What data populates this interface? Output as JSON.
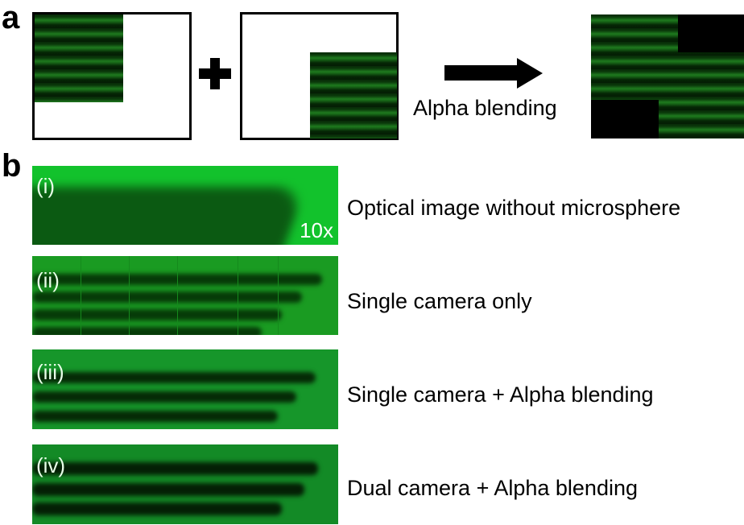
{
  "panel_a": {
    "letter": "a",
    "operator": "+",
    "arrow_label": "Alpha blending",
    "inputs": [
      {
        "description": "Top-left tile on white canvas"
      },
      {
        "description": "Bottom-right tile on white canvas"
      }
    ],
    "output": {
      "description": "Blended mosaic with black corners (top-right, bottom-left)"
    }
  },
  "panel_b": {
    "letter": "b",
    "rows": [
      {
        "tag": "(i)",
        "caption": "Optical image without microsphere",
        "scale": "10x"
      },
      {
        "tag": "(ii)",
        "caption": "Single camera only"
      },
      {
        "tag": "(iii)",
        "caption": "Single camera + Alpha blending"
      },
      {
        "tag": "(iv)",
        "caption": "Dual camera + Alpha blending"
      }
    ]
  },
  "colors": {
    "bright_green": "#12c22c",
    "dark_green": "#0a4a0a",
    "stripe_dark": "#041d04",
    "black": "#000000"
  }
}
